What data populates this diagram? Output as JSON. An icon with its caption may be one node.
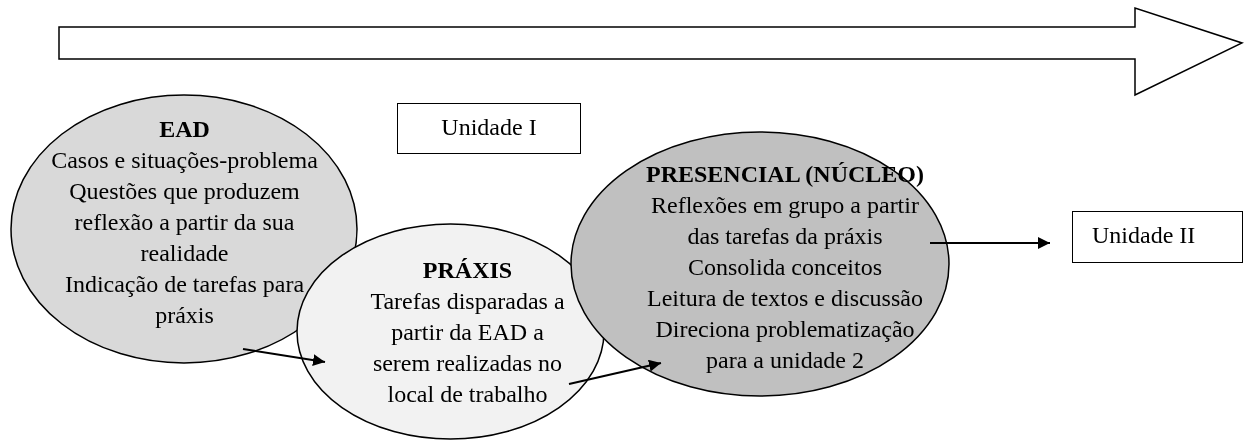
{
  "diagram": {
    "nodes": [
      {
        "text": [
          "EAD",
          "Casos e situações-problema",
          "Questões que produzem reflexão a partir da sua realidade",
          "Indicação de tarefas para práxis"
        ]
      },
      {
        "text": [
          "Unidade I"
        ]
      },
      {
        "text": [
          "PRÁXIS",
          "Tarefas disparadas a partir da EAD a serem realizadas no local de trabalho"
        ]
      },
      {
        "text": [
          "PRESENCIAL (NÚCLEO)",
          "Reflexões em grupo a partir das tarefas da práxis",
          "Consolida conceitos",
          "Leitura de textos e discussão",
          "Direciona problematização para a unidade 2"
        ]
      },
      {
        "text": [
          "Unidade II"
        ]
      }
    ],
    "edges": [
      {
        "from": 0,
        "to": 2,
        "arrow": "to"
      },
      {
        "from": 2,
        "to": 3,
        "arrow": "to"
      },
      {
        "from": 3,
        "to": 4,
        "arrow": "to"
      }
    ]
  }
}
